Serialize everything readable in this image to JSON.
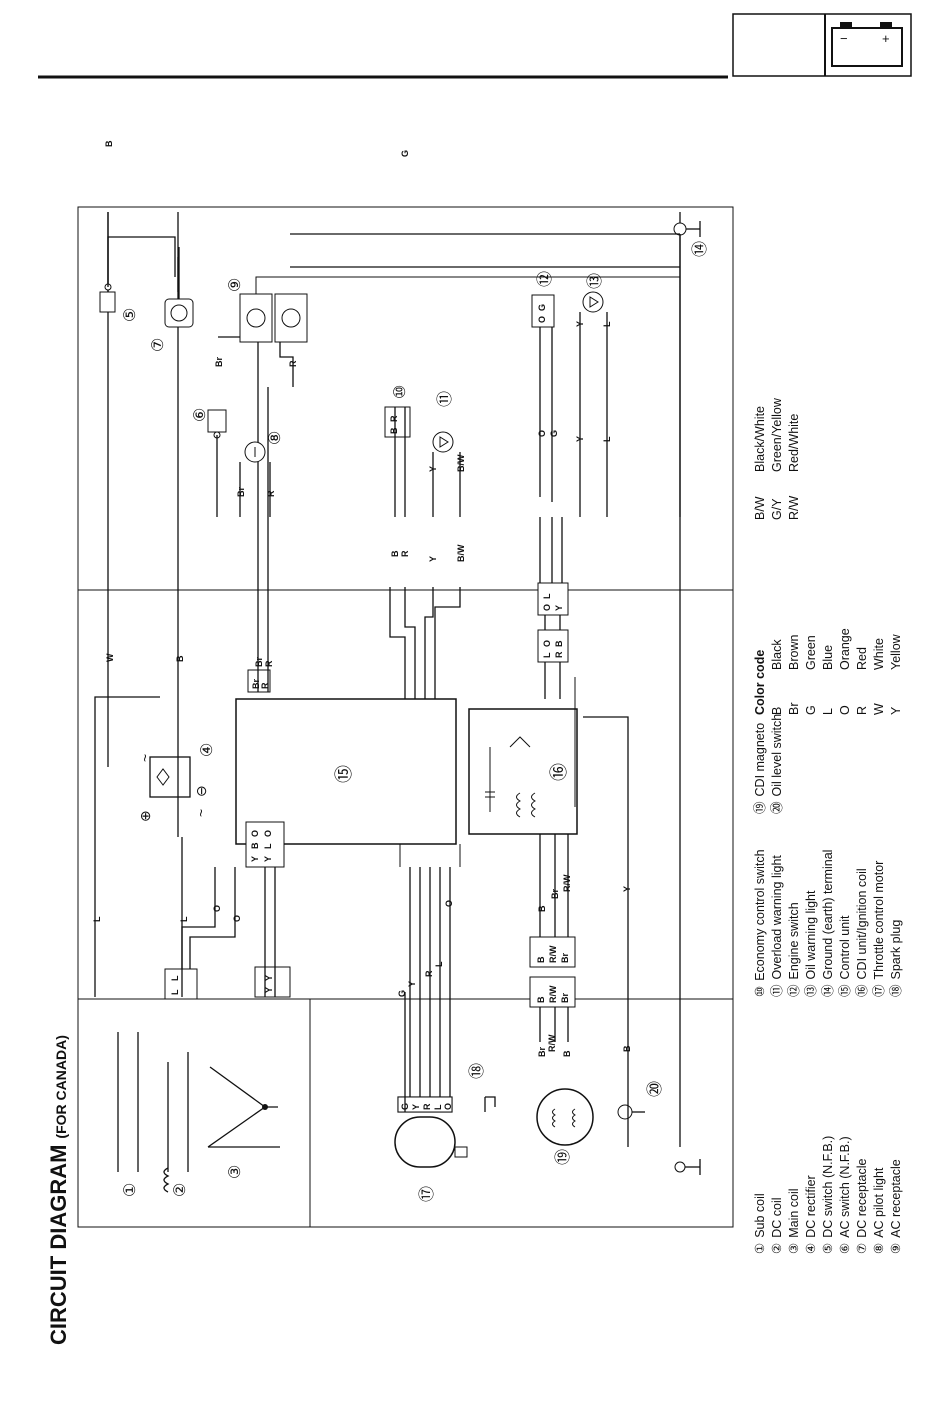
{
  "title": "CIRCUIT DIAGRAM",
  "title_suffix": "(FOR CANADA)",
  "header_icon": "battery-icon",
  "battery": {
    "minus": "−",
    "plus": "+"
  },
  "legend": [
    {
      "n": "①",
      "label": "Sub coil"
    },
    {
      "n": "②",
      "label": "DC coil"
    },
    {
      "n": "③",
      "label": "Main coil"
    },
    {
      "n": "④",
      "label": "DC rectifier"
    },
    {
      "n": "⑤",
      "label": "DC switch (N.F.B.)"
    },
    {
      "n": "⑥",
      "label": "AC switch (N.F.B.)"
    },
    {
      "n": "⑦",
      "label": "DC receptacle"
    },
    {
      "n": "⑧",
      "label": "AC pilot light"
    },
    {
      "n": "⑨",
      "label": "AC receptacle"
    },
    {
      "n": "⑩",
      "label": "Economy control switch"
    },
    {
      "n": "⑪",
      "label": "Overload warning light"
    },
    {
      "n": "⑫",
      "label": "Engine switch"
    },
    {
      "n": "⑬",
      "label": "Oil warning light"
    },
    {
      "n": "⑭",
      "label": "Ground (earth) terminal"
    },
    {
      "n": "⑮",
      "label": "Control unit"
    },
    {
      "n": "⑯",
      "label": "CDI unit/Ignition coil"
    },
    {
      "n": "⑰",
      "label": "Throttle control motor"
    },
    {
      "n": "⑱",
      "label": "Spark plug"
    },
    {
      "n": "⑲",
      "label": "CDI magneto"
    },
    {
      "n": "⑳",
      "label": "Oil level switch"
    }
  ],
  "color_code_title": "Color code",
  "color_codes": [
    {
      "code": "B",
      "name": "Black"
    },
    {
      "code": "Br",
      "name": "Brown"
    },
    {
      "code": "G",
      "name": "Green"
    },
    {
      "code": "L",
      "name": "Blue"
    },
    {
      "code": "O",
      "name": "Orange"
    },
    {
      "code": "R",
      "name": "Red"
    },
    {
      "code": "W",
      "name": "White"
    },
    {
      "code": "Y",
      "name": "Yellow"
    },
    {
      "code": "B/W",
      "name": "Black/White"
    },
    {
      "code": "G/Y",
      "name": "Green/Yellow"
    },
    {
      "code": "R/W",
      "name": "Red/White"
    }
  ],
  "diagram": {
    "components": {
      "c1": "①",
      "c2": "②",
      "c3": "③",
      "c4": "④",
      "c5": "⑤",
      "c6": "⑥",
      "c7": "⑦",
      "c8": "⑧",
      "c9": "⑨",
      "c10": "⑩",
      "c11": "⑪",
      "c12": "⑫",
      "c13": "⑬",
      "c14": "⑭",
      "c15": "⑮",
      "c16": "⑯",
      "c17": "⑰",
      "c18": "⑱",
      "c19": "⑲",
      "c20": "⑳"
    },
    "rectifier_terms": {
      "plus": "⊕",
      "minus": "⊖",
      "ac1": "~",
      "ac2": "~"
    },
    "wire_labels": {
      "top_b": "B",
      "top_g": "G",
      "w1": "W",
      "b1": "B",
      "l1": "L",
      "l2": "L",
      "o1": "O",
      "o2": "O",
      "br_sw": "Br",
      "r_main": "R",
      "br_pilot": "Br",
      "r_pilot": "R",
      "br_conn": "Br",
      "r_conn": "R",
      "econ_b": "B",
      "econ_r": "R",
      "ovl_y": "Y",
      "ovl_bw": "B/W",
      "ovl_y2": "Y",
      "ovl_bw2": "B/W",
      "eng_o": "O",
      "eng_g": "G",
      "oil_y": "Y",
      "oil_l": "L",
      "oil_y2": "Y",
      "oil_l2": "L",
      "mot_g": "G",
      "mot_y": "Y",
      "mot_r": "R",
      "mot_l": "L",
      "mot_o": "O",
      "cdi_b": "B",
      "cdi_br": "Br",
      "cdi_rw": "R/W",
      "cdi_y": "Y",
      "mag_br": "Br",
      "mag_rw": "R/W",
      "mag_b": "B",
      "ols_b": "B"
    },
    "connector_pins": {
      "sw_b": "B",
      "sw_r": "R",
      "eng_o": "O",
      "eng_g": "G",
      "cu_br": "Br",
      "cu_r": "R",
      "k1_y": "Y",
      "k1_b": "B",
      "k1_o": "O",
      "k1_y2": "Y",
      "k1_l": "L",
      "k1_o2": "O",
      "k2_l": "L",
      "k2_l2": "L",
      "k3_y": "Y",
      "k3_y2": "Y",
      "k4_o": "O",
      "k4_l": "L",
      "k4_y": "Y",
      "k5_l": "L",
      "k5_o": "O",
      "k5_r": "R",
      "k5_b": "B",
      "k6_b": "B",
      "k6_rw": "R/W",
      "k6_br": "Br",
      "k7_b": "B",
      "k7_rw": "R/W",
      "k7_br": "Br",
      "mot_g": "G",
      "mot_y": "Y",
      "mot_r": "R",
      "mot_l": "L",
      "mot_o": "O"
    }
  }
}
